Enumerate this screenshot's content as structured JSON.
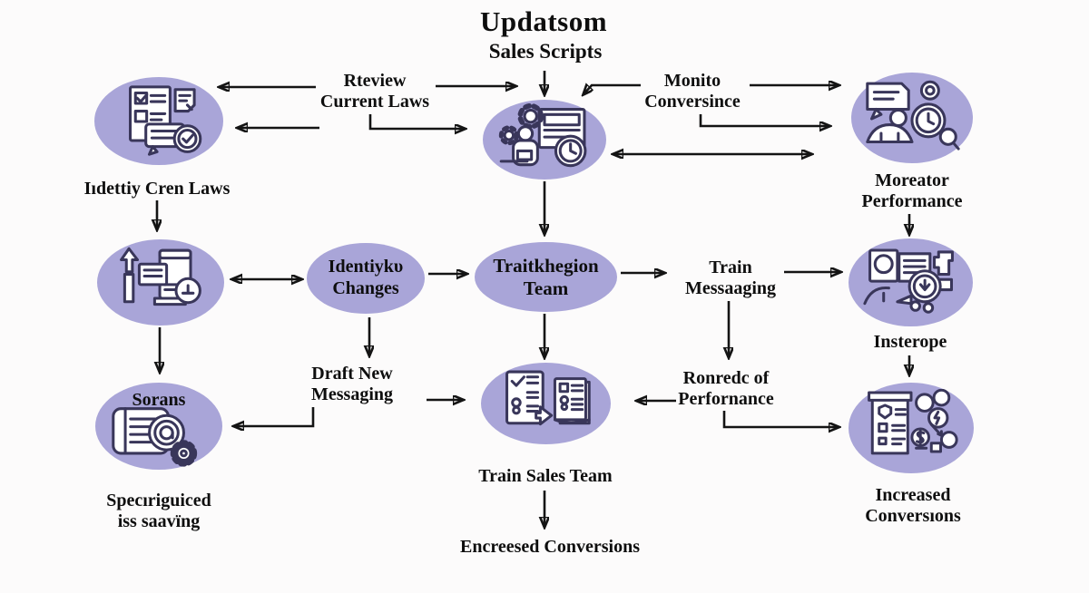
{
  "title": {
    "main": "Updatsom",
    "sub": "Sales Scripts"
  },
  "colors": {
    "node_fill": "#a9a5d8",
    "icon_stroke": "#39365a",
    "background": "#fcfbfb",
    "text": "#0e0e0e",
    "arrow": "#141414"
  },
  "labels": {
    "review_current_laws": [
      "Rteview",
      "Current Laws"
    ],
    "monitor_conversions": [
      "Monito",
      "Conversince"
    ],
    "identify_current_laws": [
      "Iıdettiy Cren Laws"
    ],
    "monitor_performance": [
      "Moreator",
      "Performance"
    ],
    "identify_changes": [
      "Identiykυ",
      "Changes"
    ],
    "train_region_team": [
      "Traitkhegion",
      "Team"
    ],
    "train_messaging": [
      "Train",
      "Messaaging"
    ],
    "interope": [
      "Insterope"
    ],
    "draft_new_messaging": [
      "Draft New",
      "Messaging"
    ],
    "record_of_performance": [
      "Ronredc of",
      "Perfornance"
    ],
    "sorans": [
      "Sorans"
    ],
    "train_sales_team": [
      "Train Sales Team"
    ],
    "specialized_savings": [
      "Specıriguiced",
      "iss saavïng"
    ],
    "increased_conversions": [
      "Increased",
      "Conversıons"
    ],
    "increased_conversions_result": [
      "Encreesed Conversions"
    ]
  },
  "nodes": [
    {
      "id": "laws-review",
      "icon": "document-approval-icon",
      "caption_ref": "identify_current_laws"
    },
    {
      "id": "update-scripts-hub",
      "icon": "team-process-icon",
      "caption_ref": "title"
    },
    {
      "id": "monitor-performance",
      "icon": "chat-analytics-icon",
      "caption_ref": "monitor_performance"
    },
    {
      "id": "track-changes",
      "icon": "growth-tracking-icon",
      "caption_ref": "identify_changes"
    },
    {
      "id": "identify-changes-bubble",
      "icon": "none",
      "caption_ref": "identify_changes"
    },
    {
      "id": "train-region-team-bubble",
      "icon": "none",
      "caption_ref": "train_region_team"
    },
    {
      "id": "interope",
      "icon": "employee-schedule-icon",
      "caption_ref": "interope"
    },
    {
      "id": "sorans",
      "icon": "web-content-gear-icon",
      "caption_ref": "specialized_savings"
    },
    {
      "id": "train-sales-team",
      "icon": "training-documents-icon",
      "caption_ref": "train_sales_team"
    },
    {
      "id": "increased-conversions",
      "icon": "conversion-funnel-icon",
      "caption_ref": "increased_conversions"
    }
  ],
  "edges": [
    "title -> update-scripts-hub",
    "review_current_laws -> laws-review",
    "review_current_laws -> update-scripts-hub",
    "monitor_conversions -> update-scripts-hub",
    "monitor_conversions -> monitor-performance",
    "update-scripts-hub <-> monitor-performance",
    "identify_current_laws -> track-changes",
    "track-changes <-> identify-changes-bubble",
    "identify-changes-bubble -> train-region-team-bubble",
    "identify-changes-bubble -> draft_new_messaging",
    "update-scripts-hub -> train-region-team-bubble",
    "train-region-team-bubble -> train_messaging",
    "train_messaging -> interope",
    "monitor_performance -> interope",
    "train-region-team-bubble -> train-sales-team",
    "draft_new_messaging -> train-sales-team",
    "draft_new_messaging -> sorans",
    "track-changes -> sorans",
    "record_of_performance -> train-sales-team",
    "train_messaging -> record_of_performance",
    "record_of_performance -> increased-conversions",
    "interope -> increased-conversions",
    "train_sales_team -> increased_conversions_result"
  ]
}
